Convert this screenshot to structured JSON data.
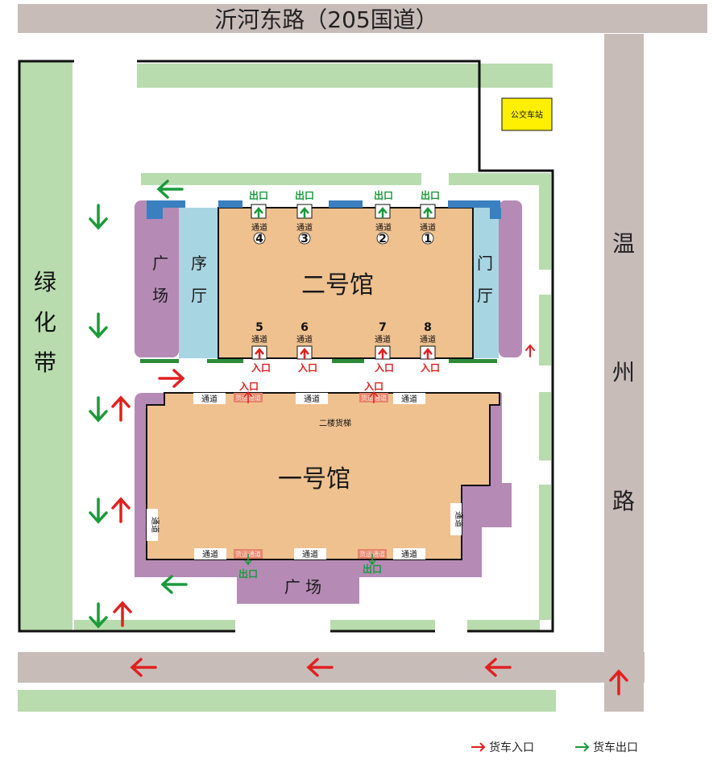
{
  "roads": {
    "top": "沂河东路（205国道）",
    "right": [
      "温",
      "州",
      "路"
    ]
  },
  "green_belt": [
    "绿",
    "化",
    "带"
  ],
  "bus_stop": "公交车站",
  "hall2": {
    "name": "二号馆",
    "lobby_left": [
      "序",
      "厅"
    ],
    "lobby_right": [
      "门",
      "厅"
    ],
    "plaza_left": [
      "广",
      "场"
    ],
    "top_exits": [
      {
        "exit": "出口",
        "tag": "通道",
        "num": "4"
      },
      {
        "exit": "出口",
        "tag": "通道",
        "num": "3"
      },
      {
        "exit": "出口",
        "tag": "通道",
        "num": "2"
      },
      {
        "exit": "出口",
        "tag": "通道",
        "num": "1"
      }
    ],
    "bottom_entries": [
      {
        "entry": "入口",
        "tag": "通道",
        "num": "5"
      },
      {
        "entry": "入口",
        "tag": "通道",
        "num": "6"
      },
      {
        "entry": "入口",
        "tag": "通道",
        "num": "7"
      },
      {
        "entry": "入口",
        "tag": "通道",
        "num": "8"
      }
    ]
  },
  "hall1": {
    "name": "一号馆",
    "elevator": "二楼货梯",
    "plaza": "广 场",
    "top_tags": [
      "通道",
      "通道",
      "通道"
    ],
    "top_entries": [
      "入口",
      "入口"
    ],
    "top_cargo": [
      "货运通道",
      "货运通道"
    ],
    "bottom_tags": [
      "通道",
      "通道",
      "通道"
    ],
    "bottom_exits": [
      "出口",
      "出口"
    ],
    "bottom_cargo": [
      "货运通道",
      "货运通道"
    ],
    "side_tag_left": "通道",
    "side_tag_right": "通道"
  },
  "legend": {
    "entry": "货车入口",
    "exit": "货车出口"
  },
  "colors": {
    "road": "#c8bcb9",
    "green": "#b8dcae",
    "hall": "#efc18f",
    "plaza": "#b58ab5",
    "lobby": "#a8d5e2",
    "bus": "#ffef00",
    "arrow_green": "#1a9a3a",
    "arrow_red": "#e02020",
    "gate_blue": "#3a7fbf"
  }
}
